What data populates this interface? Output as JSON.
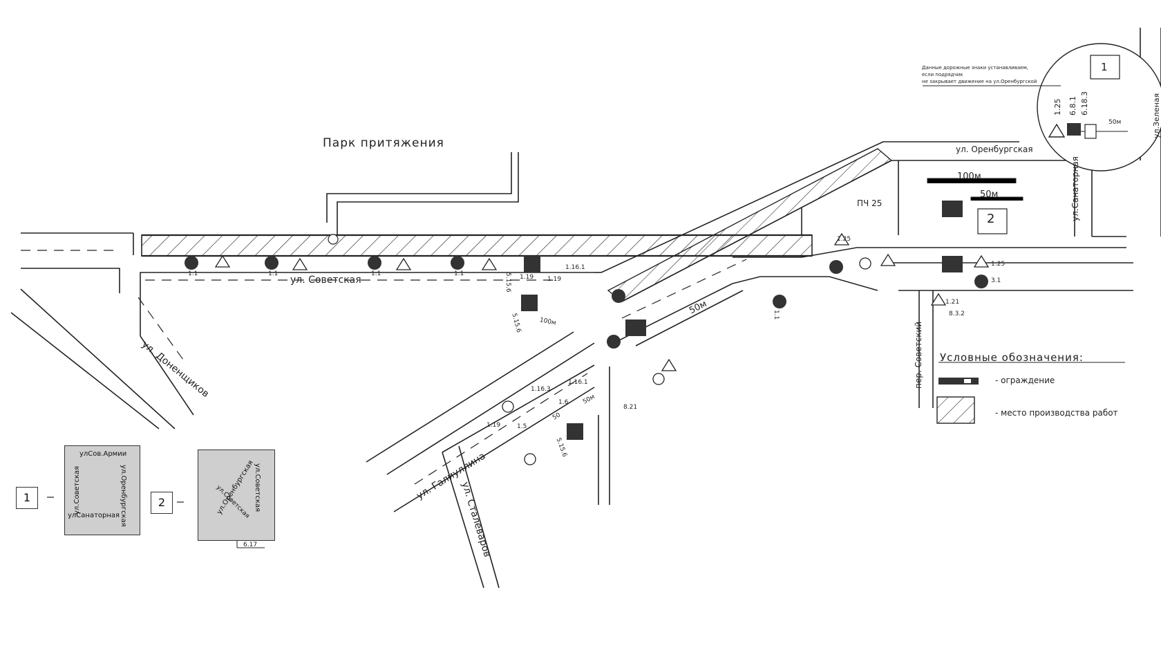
{
  "labels": {
    "park": "Парк притяжения",
    "sovetskaya": "ул. Советская",
    "orenburgskaya": "ул. Оренбургская",
    "donenshchikov": "ул. Доненщиков",
    "galiullina": "ул. Галиуллина",
    "stalevarov": "ул. Сталеваров",
    "sanatornaya": "ул.Санаторная",
    "zelenaya": "ул.Зеленая",
    "per_sovetsky": "пер. Советский",
    "pch25": "ПЧ 25"
  },
  "distances": {
    "d100_top": "100м",
    "d50_top": "50м",
    "d50_diag": "50м",
    "d100_mid": "100м",
    "d50_low": "50м",
    "d50_low2": "50",
    "d50_inset": "50м"
  },
  "inset_note": {
    "line1": "Данные дорожные знаки устанавливаем,",
    "line2": "если подрядчик",
    "line3": "не закрывает движение на ул.Оренбургской"
  },
  "inset_signs": [
    "1.25",
    "6.8.1",
    "6.18.3"
  ],
  "sign_codes": [
    "1.1",
    "1.1",
    "1.1",
    "1.1",
    "1.19",
    "1.19",
    "5.15.6",
    "5.15.6",
    "1.16.1",
    "1.16.1",
    "1.16.3",
    "1.19",
    "1.5",
    "1.6",
    "5.15.6",
    "1.25",
    "3.1",
    "8.3.2",
    "8.21",
    "1.1",
    "1.25",
    "1.21"
  ],
  "markers": [
    "1",
    "2"
  ],
  "legend": {
    "title": "Условные обозначения:",
    "fence": "- ограждение",
    "work_area": "- место производства работ"
  },
  "scheme1": {
    "marker": "1",
    "top": "улСов.Армии",
    "left": "ул.Советская",
    "right": "ул.Оренбургская",
    "bottom": "улСанаторная"
  },
  "scheme2": {
    "marker": "2",
    "left": "ул.Оренбургская",
    "inner": "ул.Советская",
    "right": "ул.Советская",
    "sign": "6.17"
  },
  "colors": {
    "line": "#222222",
    "sign_fill": "#3a3a3a",
    "paper": "#ffffff"
  }
}
